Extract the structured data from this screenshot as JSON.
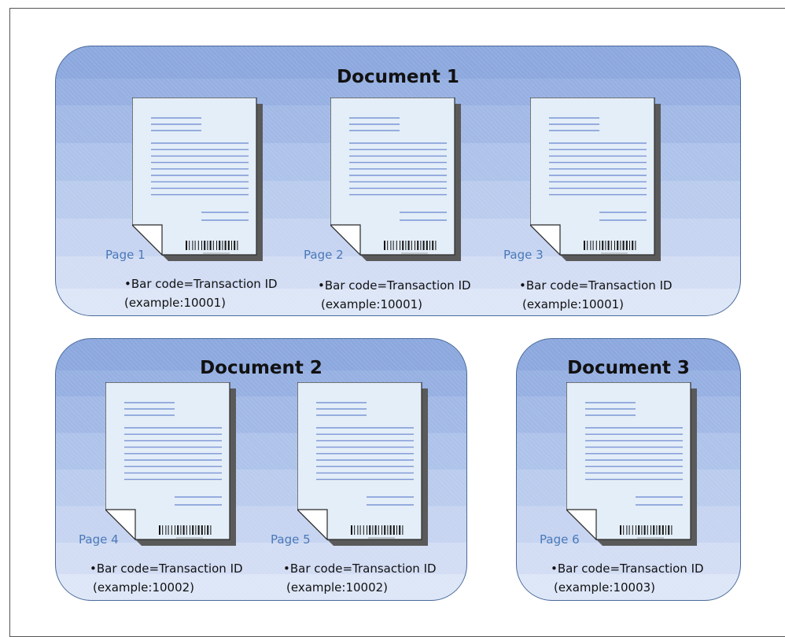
{
  "documents": [
    {
      "title": "Document 1",
      "pages": [
        {
          "label": "Page 1",
          "caption_line1": "•Bar code=Transaction ID",
          "caption_line2": "(example:10001)"
        },
        {
          "label": "Page 2",
          "caption_line1": "•Bar code=Transaction ID",
          "caption_line2": "(example:10001)"
        },
        {
          "label": "Page 3",
          "caption_line1": "•Bar code=Transaction ID",
          "caption_line2": "(example:10001)"
        }
      ]
    },
    {
      "title": "Document 2",
      "pages": [
        {
          "label": "Page 4",
          "caption_line1": "•Bar code=Transaction ID",
          "caption_line2": "(example:10002)"
        },
        {
          "label": "Page 5",
          "caption_line1": "•Bar code=Transaction ID",
          "caption_line2": "(example:10002)"
        }
      ]
    },
    {
      "title": "Document 3",
      "pages": [
        {
          "label": "Page 6",
          "caption_line1": "•Bar code=Transaction ID",
          "caption_line2": "(example:10003)"
        }
      ]
    }
  ],
  "colors": {
    "panel_border": "#4a6a9a",
    "page_fill": "#e4eef8",
    "text_lines": "#7b95d6",
    "page_label": "#4a79b8"
  }
}
